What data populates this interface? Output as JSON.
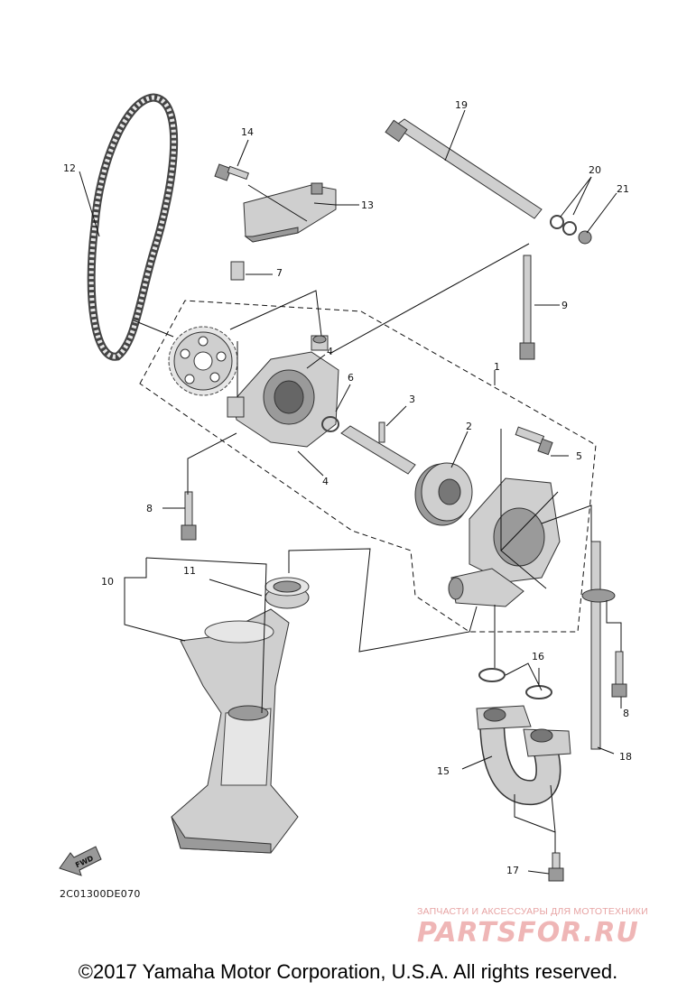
{
  "labels": {
    "n1": "1",
    "n2": "2",
    "n3": "3",
    "n4a": "4",
    "n4b": "4",
    "n5": "5",
    "n6": "6",
    "n7": "7",
    "n8a": "8",
    "n8b": "8",
    "n9": "9",
    "n10": "10",
    "n11": "11",
    "n12": "12",
    "n13": "13",
    "n14": "14",
    "n15": "15",
    "n16": "16",
    "n17": "17",
    "n18": "18",
    "n19": "19",
    "n20": "20",
    "n21": "21"
  },
  "fwd_label": "FWD",
  "diagram_code": "2C01300DE070",
  "watermark": {
    "line1": "ЗАПЧАСТИ И АКСЕССУАРЫ ДЛЯ МОТОТЕХНИКИ",
    "line2": "PARTSFOR.RU"
  },
  "copyright": "©2017 Yamaha Motor Corporation, U.S.A. All rights reserved."
}
